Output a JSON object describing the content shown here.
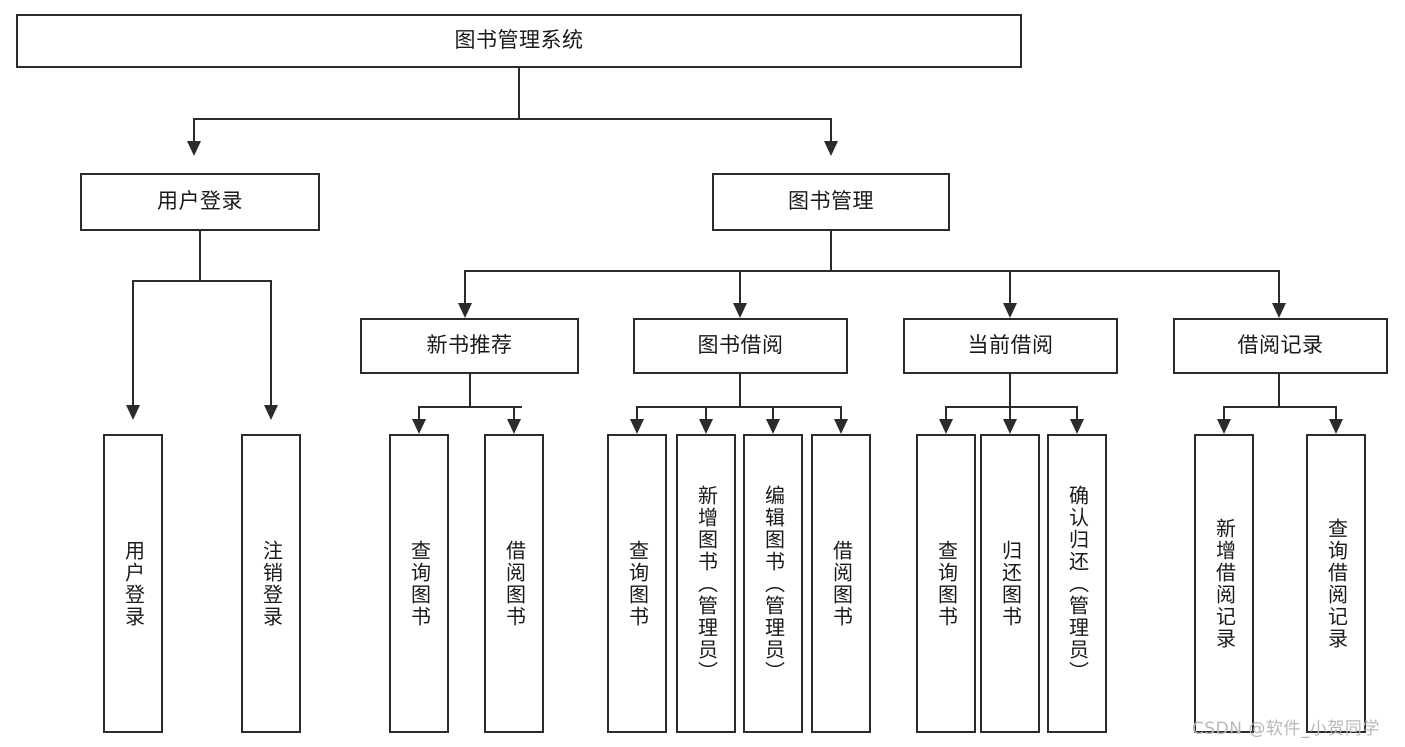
{
  "diagram": {
    "type": "tree-hierarchy-flowchart",
    "title": "图书管理系统",
    "colors": {
      "stroke": "#2b2b2b",
      "fill": "#ffffff",
      "text": "#1a1a1a",
      "watermark": "#b8b8b8"
    },
    "levels": {
      "root": {
        "label": "图书管理系统"
      },
      "level2": [
        {
          "label": "用户登录"
        },
        {
          "label": "图书管理"
        }
      ],
      "level3": [
        {
          "label": "新书推荐"
        },
        {
          "label": "图书借阅"
        },
        {
          "label": "当前借阅"
        },
        {
          "label": "借阅记录"
        }
      ],
      "leaves": {
        "user_login": [
          {
            "label": "用户登录"
          },
          {
            "label": "注销登录"
          }
        ],
        "new_book_recommend": [
          {
            "label": "查询图书"
          },
          {
            "label": "借阅图书"
          }
        ],
        "book_borrow": [
          {
            "label": "查询图书"
          },
          {
            "label": "新增图书（管理员）"
          },
          {
            "label": "编辑图书（管理员）"
          },
          {
            "label": "借阅图书"
          }
        ],
        "current_borrow": [
          {
            "label": "查询图书"
          },
          {
            "label": "归还图书"
          },
          {
            "label": "确认归还（管理员）"
          }
        ],
        "borrow_record": [
          {
            "label": "新增借阅记录"
          },
          {
            "label": "查询借阅记录"
          }
        ]
      }
    }
  },
  "watermark": {
    "text": "CSDN @软件_小贺同学"
  }
}
